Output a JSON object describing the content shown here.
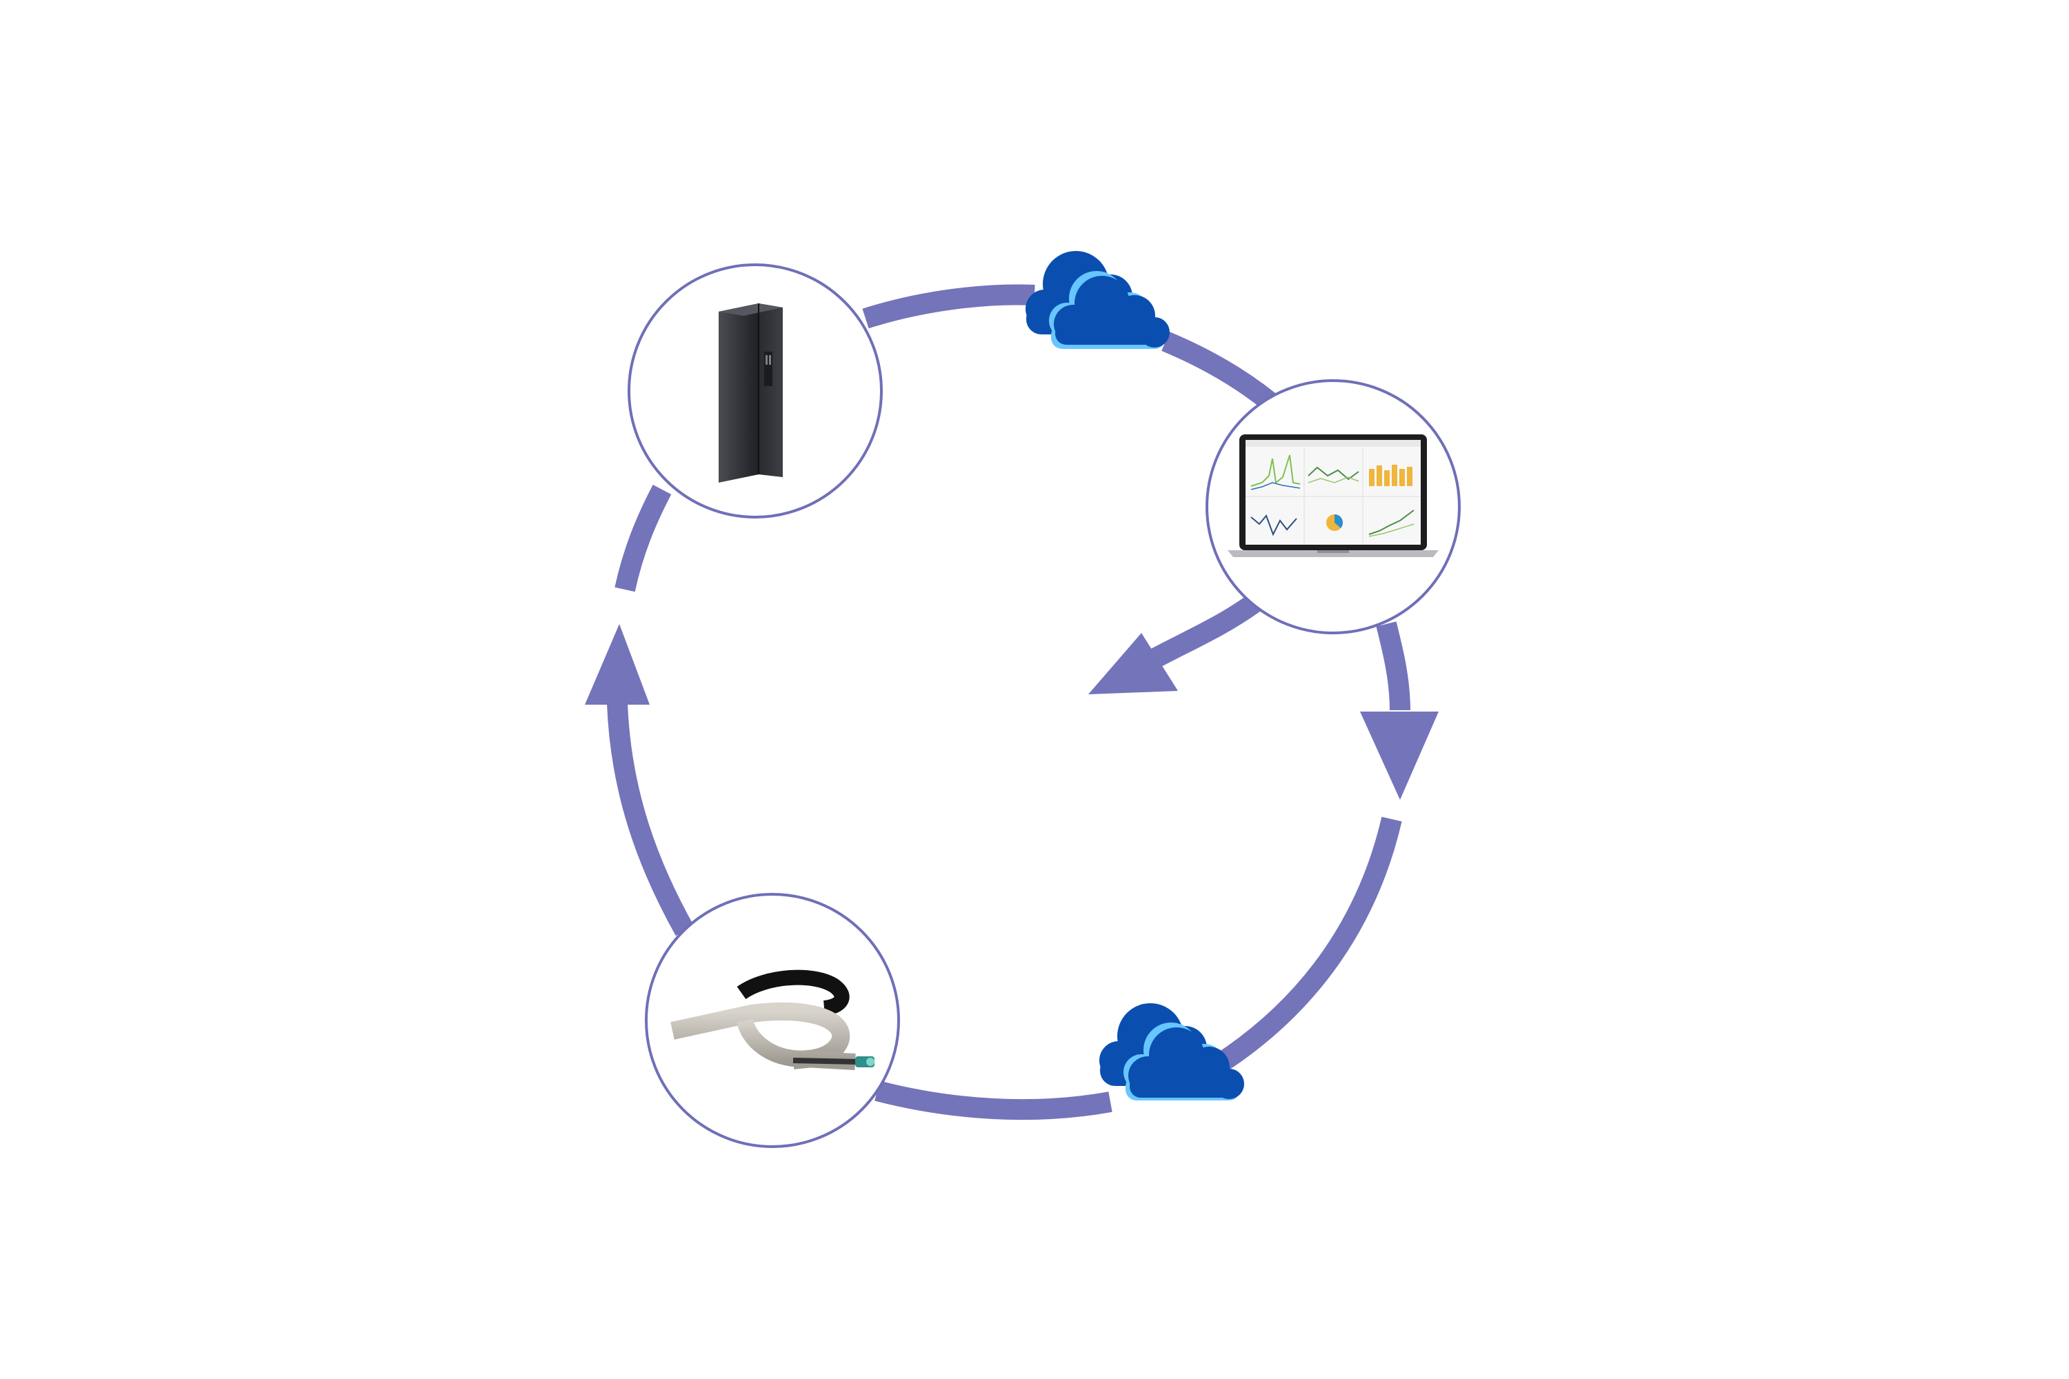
{
  "colors": {
    "background": "#ffffff",
    "loop_stroke": "#7474bb",
    "node_border": "#6f6fb8",
    "cloud_fill": "#0a4fb0",
    "cloud_shadow": "#67c6ff"
  },
  "nodes": [
    {
      "id": "node-server-rack",
      "icon": "server-rack-icon"
    },
    {
      "id": "node-laptop-dashboard",
      "icon": "laptop-dashboard-icon"
    },
    {
      "id": "node-sensor-cable",
      "icon": "sensor-cable-icon"
    }
  ],
  "connectors": [
    {
      "id": "cloud-top",
      "icon": "cloud-icon"
    },
    {
      "id": "cloud-bottom",
      "icon": "cloud-icon"
    }
  ],
  "arrows": [
    {
      "id": "arrow-right-down",
      "direction": "down"
    },
    {
      "id": "arrow-left-up",
      "direction": "up"
    },
    {
      "id": "arrow-center-inward",
      "direction": "down-left"
    }
  ]
}
